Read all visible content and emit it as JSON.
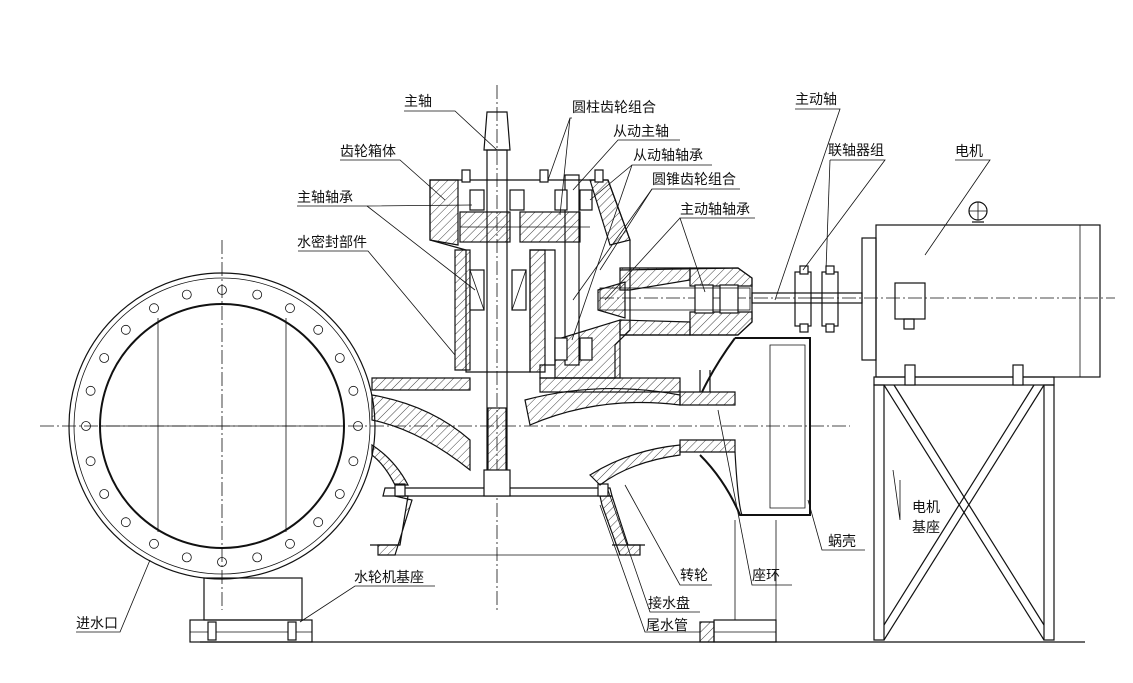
{
  "labels": {
    "main_shaft": "主轴",
    "spur_gear_assembly": "圆柱齿轮组合",
    "driven_main_shaft": "从动主轴",
    "driven_shaft_bearing": "从动轴轴承",
    "bevel_gear_assembly": "圆锥齿轮组合",
    "drive_shaft_bearing": "主动轴轴承",
    "gearbox_body": "齿轮箱体",
    "main_shaft_bearing": "主轴轴承",
    "water_seal_parts": "水密封部件",
    "drive_shaft": "主动轴",
    "coupling_group": "联轴器组",
    "motor": "电机",
    "motor_base_line1": "电机",
    "motor_base_line2": "基座",
    "volute": "蜗壳",
    "stay_ring": "座环",
    "runner": "转轮",
    "water_tray": "接水盘",
    "draft_tube": "尾水管",
    "turbine_base": "水轮机基座",
    "water_inlet": "进水口"
  }
}
